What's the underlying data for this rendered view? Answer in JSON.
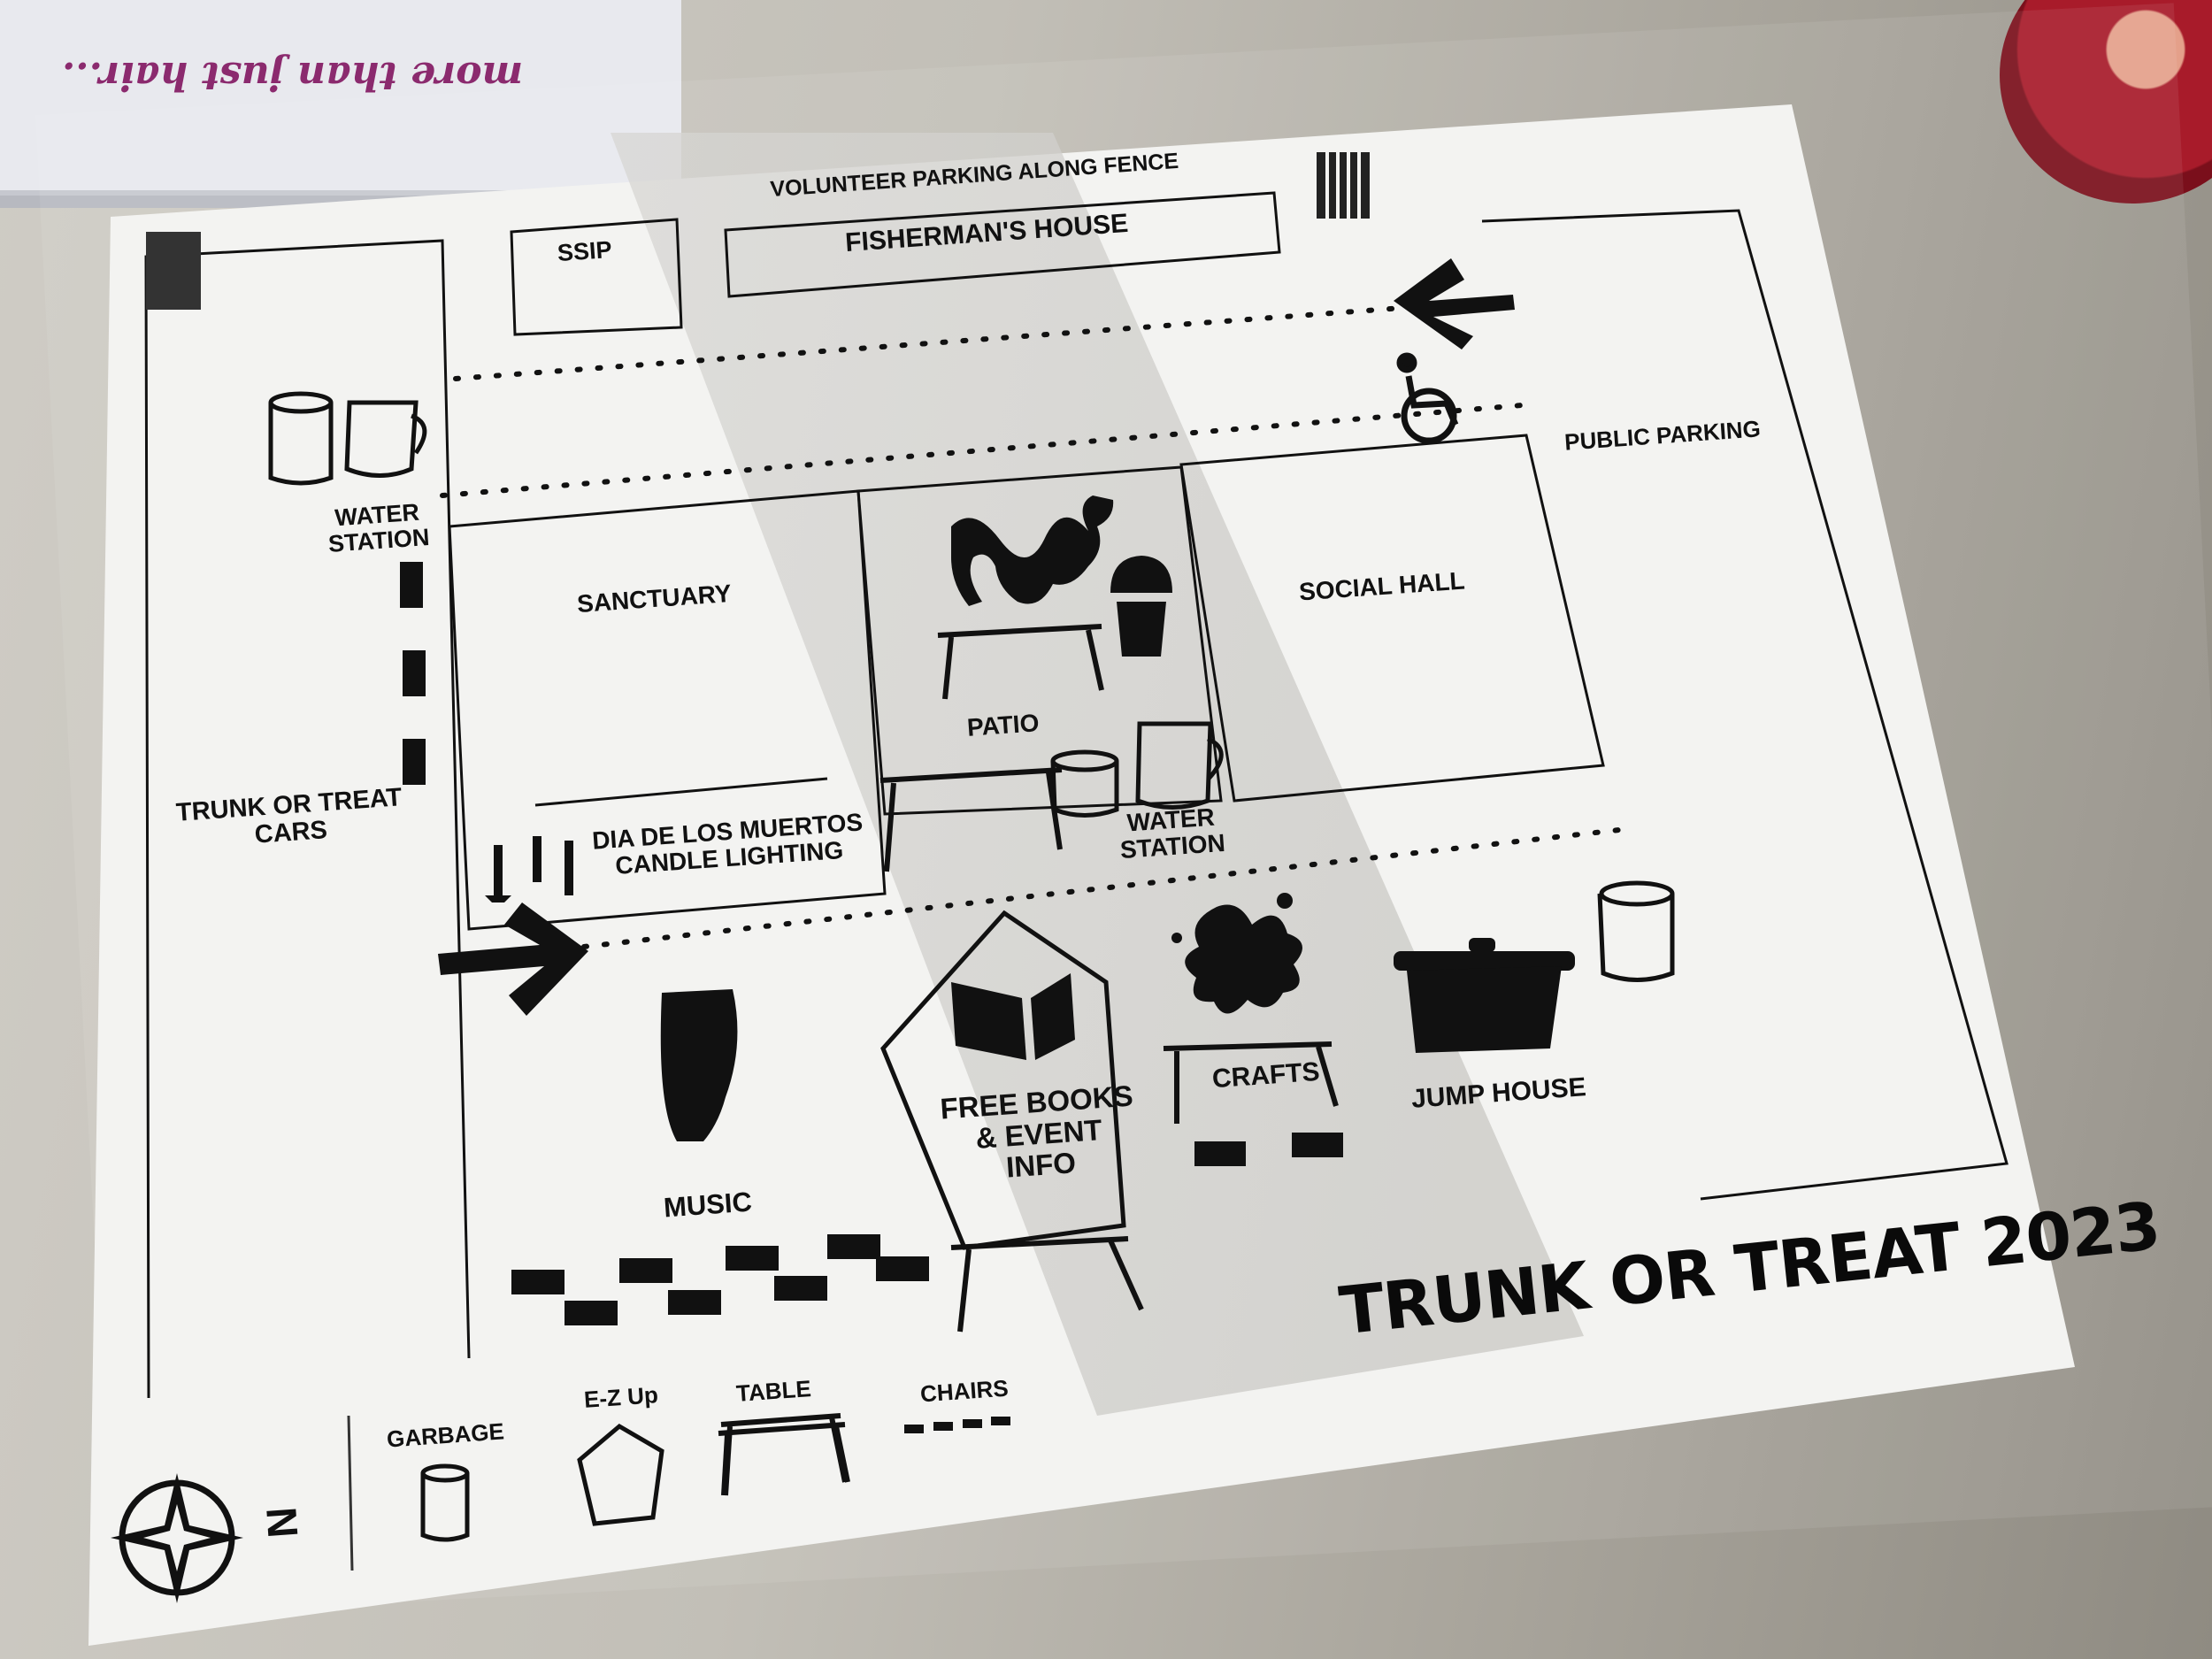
{
  "map": {
    "top_note": "VOLUNTEER PARKING ALONG FENCE",
    "title": "TRUNK OR TREAT 2023",
    "areas": {
      "ssip": "SSIP",
      "fishermans_house": "FISHERMAN'S HOUSE",
      "public_parking": "PUBLIC PARKING",
      "sanctuary": "SANCTUARY",
      "patio": "PATIO",
      "social_hall": "SOCIAL HALL",
      "trunk_or_treat_cars": "TRUNK OR TREAT\nCARS",
      "water_station_left": "WATER\nSTATION",
      "water_station_patio": "WATER\nSTATION",
      "dia_de_los_muertos": "DIA DE LOS MUERTOS\nCANDLE LIGHTING",
      "music": "MUSIC",
      "free_books": "FREE BOOKS\n& EVENT\nINFO",
      "crafts": "CRAFTS",
      "jump_house": "JUMP HOUSE"
    },
    "legend": {
      "garbage": "GARBAGE",
      "ez_up": "E-Z Up",
      "table": "TABLE",
      "chairs": "CHAIRS",
      "north": "N"
    }
  },
  "background": {
    "brochure_text": "more than just hair..."
  },
  "colors": {
    "paper": "#f2f2f0",
    "ink": "#111111",
    "shadow": "#b9b6ae",
    "table_surface": "#9a968d"
  }
}
